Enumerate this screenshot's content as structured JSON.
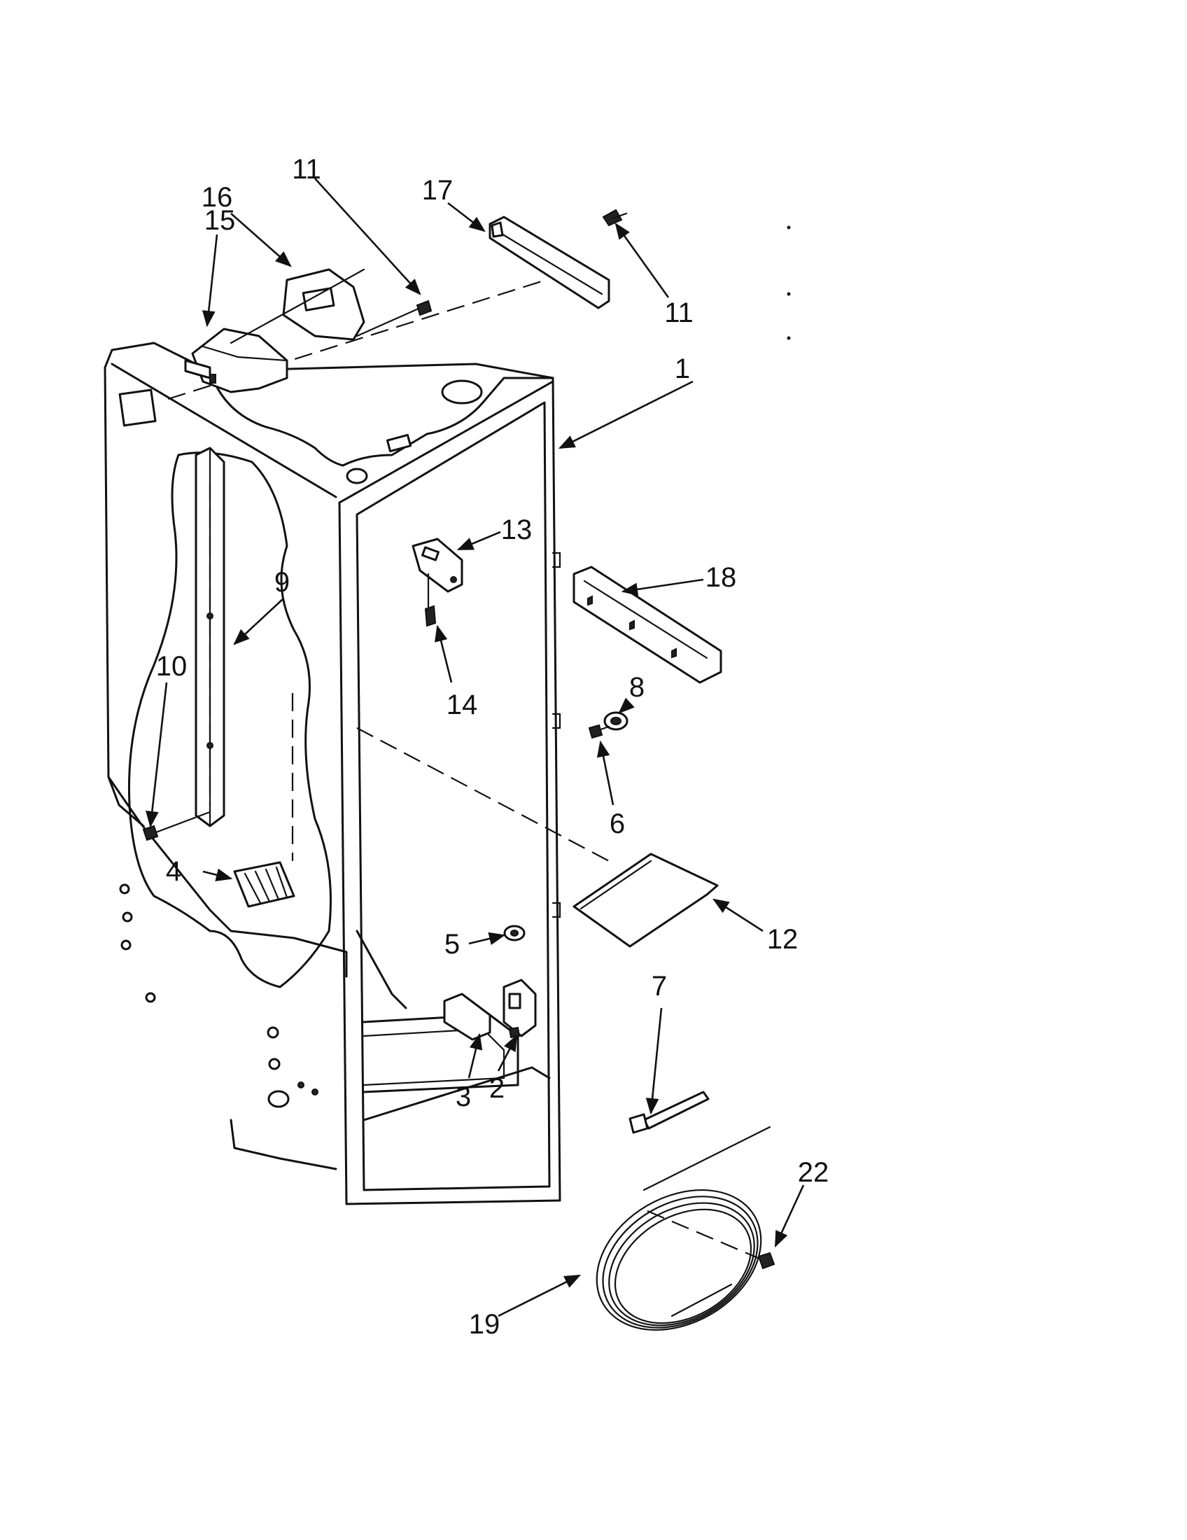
{
  "callouts": [
    {
      "id": "c1",
      "text": "1"
    },
    {
      "id": "c2",
      "text": "2"
    },
    {
      "id": "c3",
      "text": "3"
    },
    {
      "id": "c4",
      "text": "4"
    },
    {
      "id": "c5",
      "text": "5"
    },
    {
      "id": "c6",
      "text": "6"
    },
    {
      "id": "c7",
      "text": "7"
    },
    {
      "id": "c8",
      "text": "8"
    },
    {
      "id": "c9",
      "text": "9"
    },
    {
      "id": "c10",
      "text": "10"
    },
    {
      "id": "c11a",
      "text": "11"
    },
    {
      "id": "c11b",
      "text": "11"
    },
    {
      "id": "c12",
      "text": "12"
    },
    {
      "id": "c13",
      "text": "13"
    },
    {
      "id": "c14",
      "text": "14"
    },
    {
      "id": "c15",
      "text": "15"
    },
    {
      "id": "c16",
      "text": "16"
    },
    {
      "id": "c17",
      "text": "17"
    },
    {
      "id": "c18",
      "text": "18"
    },
    {
      "id": "c19",
      "text": "19"
    },
    {
      "id": "c22",
      "text": "22"
    }
  ]
}
